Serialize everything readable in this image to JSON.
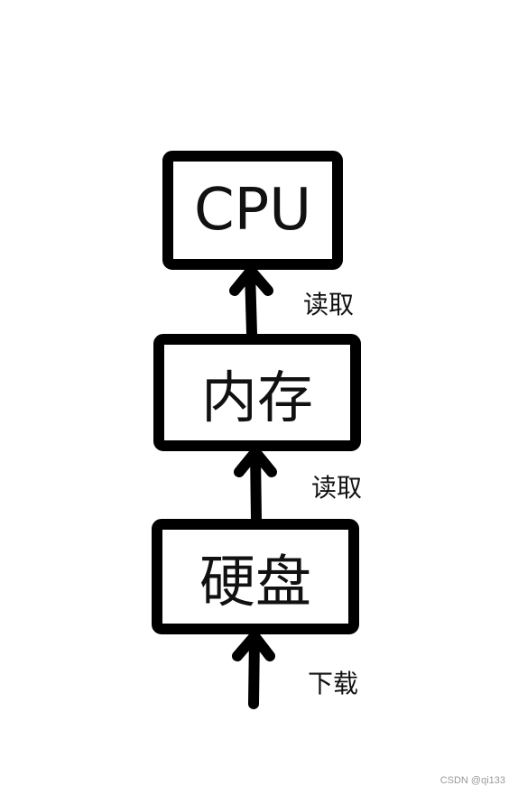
{
  "diagram": {
    "nodes": {
      "cpu": {
        "label": "CPU"
      },
      "memory": {
        "label": "内存"
      },
      "disk": {
        "label": "硬盘"
      }
    },
    "edges": {
      "disk_to_memory": {
        "label": "读取"
      },
      "memory_to_cpu": {
        "label": "读取"
      },
      "download_to_disk": {
        "label": "下载"
      }
    }
  },
  "watermark": "CSDN @qi133",
  "colors": {
    "stroke": "#000000",
    "text": "#111111",
    "background": "#ffffff"
  }
}
